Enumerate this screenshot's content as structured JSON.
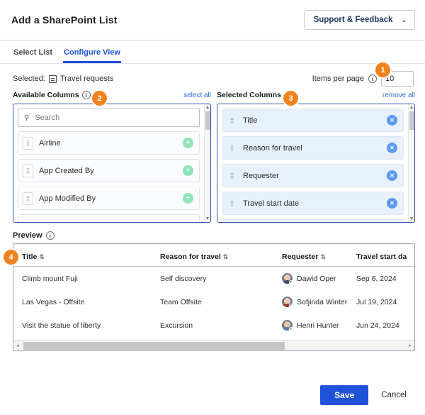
{
  "header": {
    "title": "Add a SharePoint List",
    "support_label": "Support & Feedback",
    "chevron": "⌄"
  },
  "tabs": [
    {
      "label": "Select List",
      "active": false
    },
    {
      "label": "Configure View",
      "active": true
    }
  ],
  "selected_list": {
    "prefix": "Selected:",
    "name": "Travel requests",
    "icon": "list-icon"
  },
  "items_per_page": {
    "label": "Items per page",
    "info_icon": "ⓘ",
    "value": "10"
  },
  "available_columns": {
    "title": "Available Columns",
    "info_icon": "ⓘ",
    "link_label": "select all",
    "search_placeholder": "Search",
    "search_value": "",
    "search_icon": "⚲",
    "items": [
      {
        "label": "Airline",
        "action": "+"
      },
      {
        "label": "App Created By",
        "action": "+"
      },
      {
        "label": "App Modified By",
        "action": "+"
      }
    ]
  },
  "selected_columns": {
    "title": "Selected Columns",
    "info_icon": "ⓘ",
    "link_label": "remove all",
    "items": [
      {
        "label": "Title",
        "action": "✕"
      },
      {
        "label": "Reason for travel",
        "action": "✕"
      },
      {
        "label": "Requester",
        "action": "✕"
      },
      {
        "label": "Travel start date",
        "action": "✕"
      }
    ]
  },
  "preview": {
    "title": "Preview",
    "info_icon": "ⓘ",
    "sort_icon": "⇅",
    "columns": [
      "Title",
      "Reason for travel",
      "Requester",
      "Travel start da"
    ],
    "rows": [
      {
        "title": "Climb mount Fuji",
        "reason": "Self discovery",
        "requester": "Dawid Oper",
        "date": "Sep 6, 2024",
        "avatar_face": "#f0c9a8",
        "avatar_body": "#3f4a63",
        "presence": "#36b37e"
      },
      {
        "title": "Las Vegas - Offsite",
        "reason": "Team Offsite",
        "requester": "Sofjinda Winter",
        "date": "Jul 19, 2024",
        "avatar_face": "#f3cdb0",
        "avatar_body": "#9a3b34",
        "presence": "#9aa3b3"
      },
      {
        "title": "Visit the statue of liberty",
        "reason": "Excursion",
        "requester": "Henri Hunter",
        "date": "Jun 24, 2024",
        "avatar_face": "#e9c49f",
        "avatar_body": "#5d7ea8",
        "presence": "#9aa3b3"
      }
    ],
    "hscroll_left": "◂",
    "hscroll_right": "▸"
  },
  "footer": {
    "save_label": "Save",
    "cancel_label": "Cancel"
  },
  "badges": [
    "1",
    "2",
    "3",
    "4"
  ],
  "colors": {
    "accent": "#1f52d9",
    "badge": "#f2821e",
    "add": "#8fe3b8",
    "remove": "#5b9bef"
  }
}
